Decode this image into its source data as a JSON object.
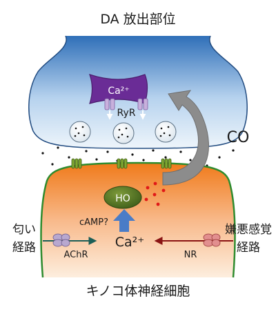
{
  "labels": {
    "title": "DA 放出部位",
    "ca_store": "Ca²⁺",
    "ryr": "RyR",
    "co": "CO",
    "ho": "HO",
    "camp": "cAMP?",
    "ca_cytosol": "Ca²⁺",
    "odor_pathway_line1": "匂い",
    "odor_pathway_line2": "経路",
    "achr": "AChR",
    "aversive_pathway_line1": "嫌悪感覚",
    "aversive_pathway_line2": "経路",
    "nr": "NR",
    "bottom_title": "キノコ体神経細胞"
  },
  "colors": {
    "presynaptic_top": "#2f6fb8",
    "presynaptic_bottom": "#eef5fb",
    "postsynaptic_top": "#f07a1a",
    "postsynaptic_bottom": "#fdeede",
    "membrane_green": "#2e8b2e",
    "ca_store": "#6a2c96",
    "ho_green": "#3f5f1a",
    "ho_arrow": "#4a7cc7",
    "red_dots": "#e01818",
    "co_arrow": "#8c8c8c",
    "achr_arrow": "#1b5e57",
    "nr_arrow": "#8a1414"
  }
}
